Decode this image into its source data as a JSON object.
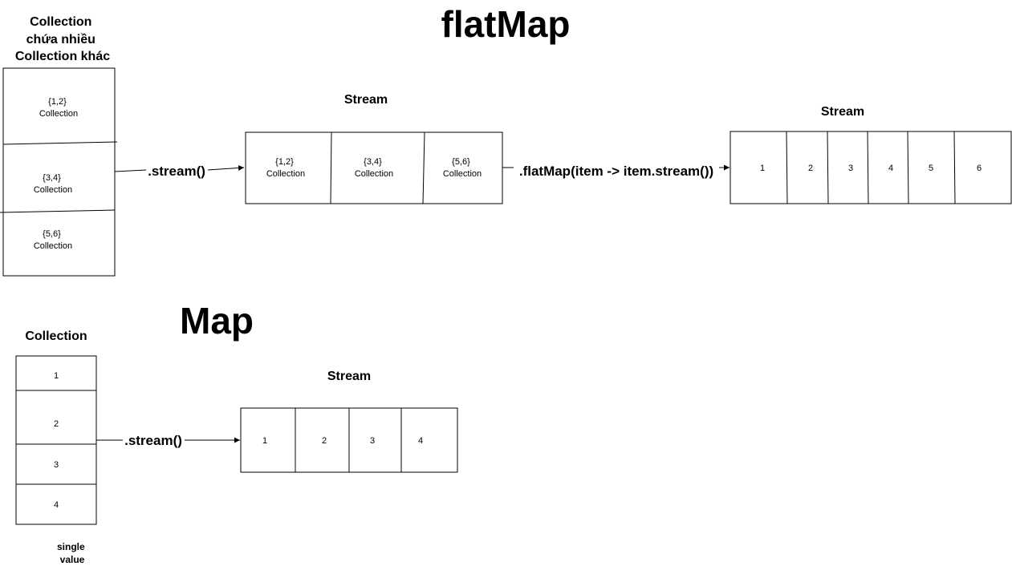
{
  "flatmap_section": {
    "title": "flatMap",
    "source_label_lines": [
      "Collection",
      "chứa nhiều",
      "Collection khác"
    ],
    "source_cells": [
      [
        "{1,2}",
        "Collection"
      ],
      [
        "{3,4}",
        "Collection"
      ],
      [
        "{5,6}",
        "Collection"
      ]
    ],
    "stream_op": ".stream()",
    "stream1_label": "Stream",
    "stream1_cells": [
      [
        "{1,2}",
        "Collection"
      ],
      [
        "{3,4}",
        "Collection"
      ],
      [
        "{5,6}",
        "Collection"
      ]
    ],
    "flatmap_op": ".flatMap(item -> item.stream())",
    "stream2_label": "Stream",
    "stream2_cells": [
      "1",
      "2",
      "3",
      "4",
      "5",
      "6"
    ]
  },
  "map_section": {
    "title": "Map",
    "source_label": "Collection",
    "source_cells": [
      "1",
      "2",
      "3",
      "4"
    ],
    "note_lines": [
      "single",
      "value"
    ],
    "stream_op": ".stream()",
    "stream_label": "Stream",
    "stream_cells": [
      "1",
      "2",
      "3",
      "4"
    ]
  }
}
